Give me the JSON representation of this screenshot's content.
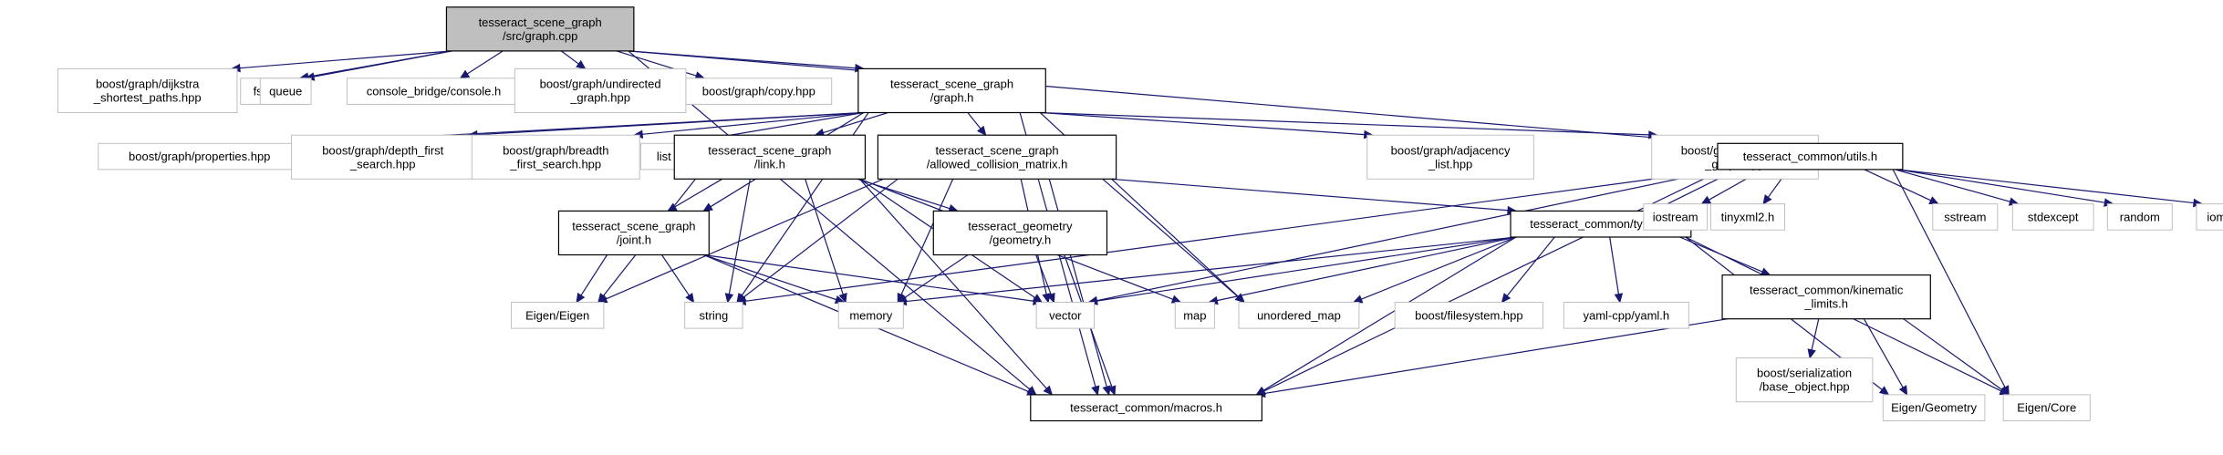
{
  "nodes": [
    {
      "id": "root",
      "lines": [
        "tesseract_scene_graph",
        "/src/graph.cpp"
      ],
      "kind": "root",
      "icon": "file-icon"
    },
    {
      "id": "dijkstra",
      "lines": [
        "boost/graph/dijkstra",
        "_shortest_paths.hpp"
      ],
      "kind": "ext"
    },
    {
      "id": "fstream",
      "lines": [
        "fstream"
      ],
      "kind": "ext"
    },
    {
      "id": "queue",
      "lines": [
        "queue"
      ],
      "kind": "ext"
    },
    {
      "id": "console",
      "lines": [
        "console_bridge/console.h"
      ],
      "kind": "ext"
    },
    {
      "id": "undirected",
      "lines": [
        "boost/graph/undirected",
        "_graph.hpp"
      ],
      "kind": "ext"
    },
    {
      "id": "copy",
      "lines": [
        "boost/graph/copy.hpp"
      ],
      "kind": "ext"
    },
    {
      "id": "graph_h",
      "lines": [
        "tesseract_scene_graph",
        "/graph.h"
      ],
      "kind": "doc"
    },
    {
      "id": "properties",
      "lines": [
        "boost/graph/properties.hpp"
      ],
      "kind": "ext"
    },
    {
      "id": "dfs",
      "lines": [
        "boost/graph/depth_first",
        "_search.hpp"
      ],
      "kind": "ext"
    },
    {
      "id": "bfs",
      "lines": [
        "boost/graph/breadth",
        "_first_search.hpp"
      ],
      "kind": "ext"
    },
    {
      "id": "list",
      "lines": [
        "list"
      ],
      "kind": "ext"
    },
    {
      "id": "link",
      "lines": [
        "tesseract_scene_graph",
        "/link.h"
      ],
      "kind": "doc"
    },
    {
      "id": "acm",
      "lines": [
        "tesseract_scene_graph",
        "/allowed_collision_matrix.h"
      ],
      "kind": "doc"
    },
    {
      "id": "adjacency",
      "lines": [
        "boost/graph/adjacency",
        "_list.hpp"
      ],
      "kind": "ext"
    },
    {
      "id": "directed",
      "lines": [
        "boost/graph/directed",
        "_graph.hpp"
      ],
      "kind": "ext"
    },
    {
      "id": "utils",
      "lines": [
        "tesseract_common/utils.h"
      ],
      "kind": "doc"
    },
    {
      "id": "joint",
      "lines": [
        "tesseract_scene_graph",
        "/joint.h"
      ],
      "kind": "doc"
    },
    {
      "id": "geometry",
      "lines": [
        "tesseract_geometry",
        "/geometry.h"
      ],
      "kind": "doc"
    },
    {
      "id": "types",
      "lines": [
        "tesseract_common/types.h"
      ],
      "kind": "doc"
    },
    {
      "id": "iostream",
      "lines": [
        "iostream"
      ],
      "kind": "ext"
    },
    {
      "id": "tinyxml2",
      "lines": [
        "tinyxml2.h"
      ],
      "kind": "ext"
    },
    {
      "id": "sstream",
      "lines": [
        "sstream"
      ],
      "kind": "ext"
    },
    {
      "id": "stdexcept",
      "lines": [
        "stdexcept"
      ],
      "kind": "ext"
    },
    {
      "id": "random",
      "lines": [
        "random"
      ],
      "kind": "ext"
    },
    {
      "id": "iomanip",
      "lines": [
        "iomanip"
      ],
      "kind": "ext"
    },
    {
      "id": "eigen",
      "lines": [
        "Eigen/Eigen"
      ],
      "kind": "ext"
    },
    {
      "id": "string",
      "lines": [
        "string"
      ],
      "kind": "ext"
    },
    {
      "id": "memory",
      "lines": [
        "memory"
      ],
      "kind": "ext"
    },
    {
      "id": "vector",
      "lines": [
        "vector"
      ],
      "kind": "ext"
    },
    {
      "id": "map",
      "lines": [
        "map"
      ],
      "kind": "ext"
    },
    {
      "id": "umap",
      "lines": [
        "unordered_map"
      ],
      "kind": "ext"
    },
    {
      "id": "filesystem",
      "lines": [
        "boost/filesystem.hpp"
      ],
      "kind": "ext"
    },
    {
      "id": "yaml",
      "lines": [
        "yaml-cpp/yaml.h"
      ],
      "kind": "ext"
    },
    {
      "id": "kinematic",
      "lines": [
        "tesseract_common/kinematic",
        "_limits.h"
      ],
      "kind": "doc"
    },
    {
      "id": "macros",
      "lines": [
        "tesseract_common/macros.h"
      ],
      "kind": "doc"
    },
    {
      "id": "serialization",
      "lines": [
        "boost/serialization",
        "/base_object.hpp"
      ],
      "kind": "ext"
    },
    {
      "id": "geom",
      "lines": [
        "Eigen/Geometry"
      ],
      "kind": "ext"
    },
    {
      "id": "core",
      "lines": [
        "Eigen/Core"
      ],
      "kind": "ext"
    }
  ],
  "edges": [
    [
      "root",
      "dijkstra"
    ],
    [
      "root",
      "fstream"
    ],
    [
      "root",
      "queue"
    ],
    [
      "root",
      "console"
    ],
    [
      "root",
      "undirected"
    ],
    [
      "root",
      "copy"
    ],
    [
      "root",
      "graph_h"
    ],
    [
      "root",
      "utils"
    ],
    [
      "root",
      "macros"
    ],
    [
      "graph_h",
      "properties"
    ],
    [
      "graph_h",
      "dfs"
    ],
    [
      "graph_h",
      "bfs"
    ],
    [
      "graph_h",
      "list"
    ],
    [
      "graph_h",
      "link"
    ],
    [
      "graph_h",
      "acm"
    ],
    [
      "graph_h",
      "adjacency"
    ],
    [
      "graph_h",
      "directed"
    ],
    [
      "graph_h",
      "joint"
    ],
    [
      "graph_h",
      "string"
    ],
    [
      "graph_h",
      "umap"
    ],
    [
      "graph_h",
      "macros"
    ],
    [
      "link",
      "joint"
    ],
    [
      "link",
      "geometry"
    ],
    [
      "link",
      "eigen"
    ],
    [
      "link",
      "string"
    ],
    [
      "link",
      "memory"
    ],
    [
      "link",
      "vector"
    ],
    [
      "link",
      "map"
    ],
    [
      "link",
      "macros"
    ],
    [
      "acm",
      "types"
    ],
    [
      "acm",
      "string"
    ],
    [
      "acm",
      "memory"
    ],
    [
      "acm",
      "vector"
    ],
    [
      "acm",
      "umap"
    ],
    [
      "acm",
      "macros"
    ],
    [
      "acm",
      "eigen"
    ],
    [
      "utils",
      "types"
    ],
    [
      "utils",
      "iostream"
    ],
    [
      "utils",
      "tinyxml2"
    ],
    [
      "utils",
      "sstream"
    ],
    [
      "utils",
      "stdexcept"
    ],
    [
      "utils",
      "random"
    ],
    [
      "utils",
      "iomanip"
    ],
    [
      "utils",
      "core"
    ],
    [
      "utils",
      "macros"
    ],
    [
      "utils",
      "vector"
    ],
    [
      "utils",
      "string"
    ],
    [
      "joint",
      "eigen"
    ],
    [
      "joint",
      "string"
    ],
    [
      "joint",
      "memory"
    ],
    [
      "joint",
      "vector"
    ],
    [
      "joint",
      "macros"
    ],
    [
      "geometry",
      "memory"
    ],
    [
      "geometry",
      "vector"
    ],
    [
      "geometry",
      "macros"
    ],
    [
      "types",
      "memory"
    ],
    [
      "types",
      "vector"
    ],
    [
      "types",
      "map"
    ],
    [
      "types",
      "umap"
    ],
    [
      "types",
      "filesystem"
    ],
    [
      "types",
      "yaml"
    ],
    [
      "types",
      "kinematic"
    ],
    [
      "types",
      "macros"
    ],
    [
      "types",
      "geom"
    ],
    [
      "types",
      "core"
    ],
    [
      "kinematic",
      "serialization"
    ],
    [
      "kinematic",
      "geom"
    ],
    [
      "kinematic",
      "core"
    ],
    [
      "kinematic",
      "macros"
    ]
  ]
}
